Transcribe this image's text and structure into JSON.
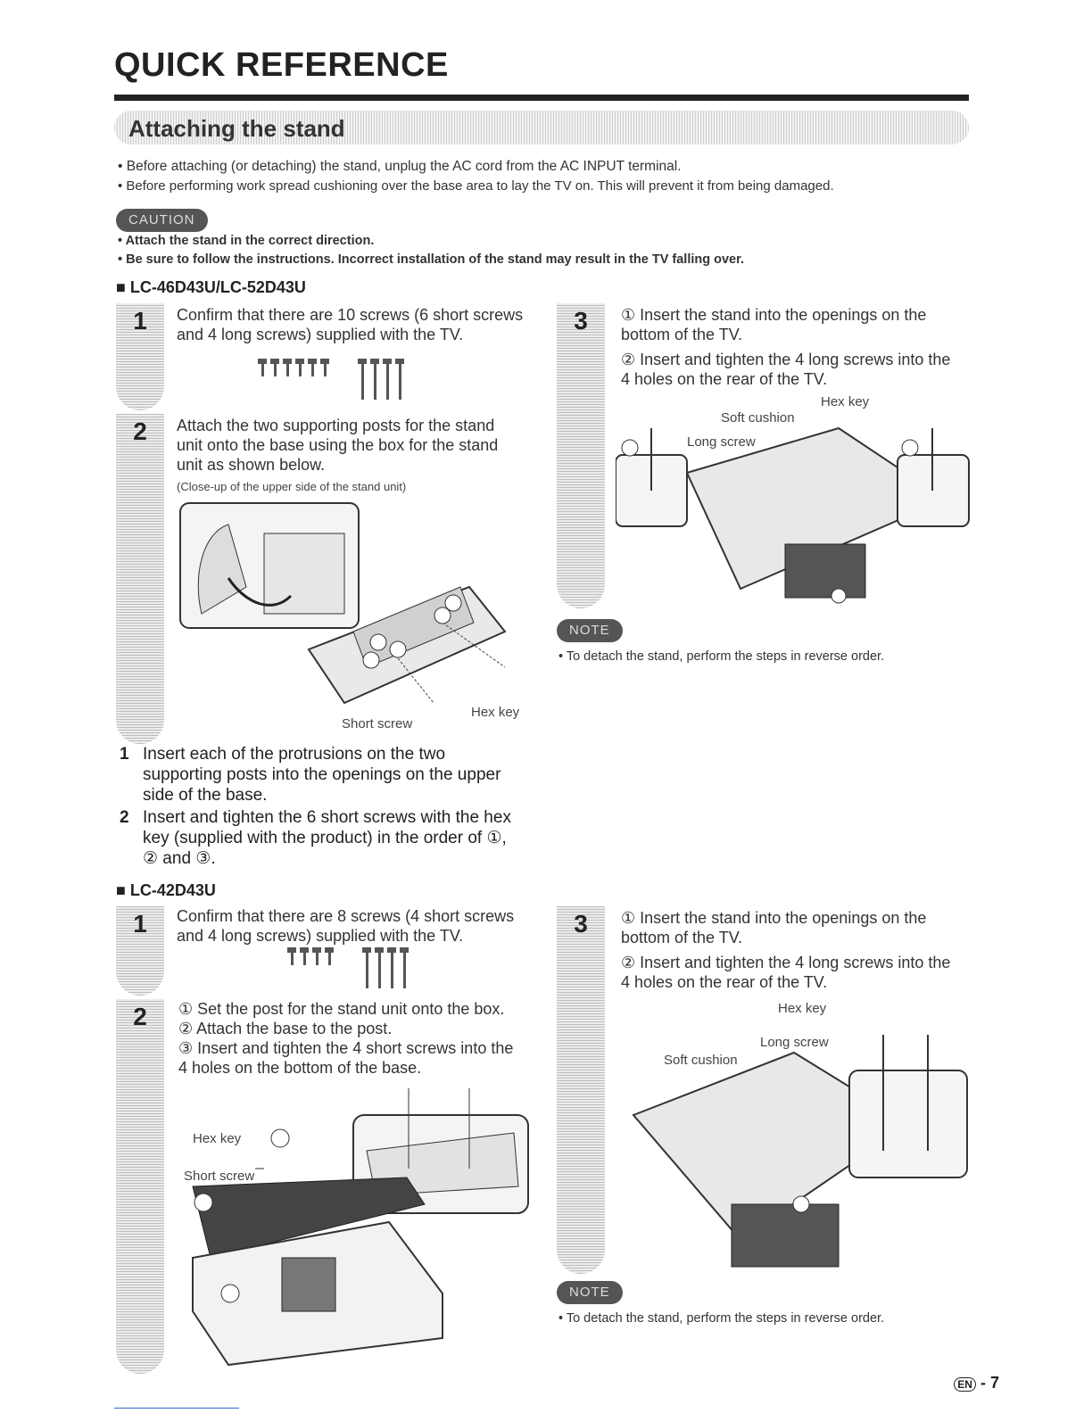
{
  "title": "QUICK REFERENCE",
  "section": "Attaching the stand",
  "intro_bullets": [
    "Before attaching (or detaching) the stand, unplug the AC cord from the AC INPUT terminal.",
    "Before performing work spread cushioning over the base area to lay the TV on. This will prevent it from being damaged."
  ],
  "caution": {
    "label": "CAUTION",
    "items": [
      "Attach the stand in the correct direction.",
      "Be sure to follow the instructions. Incorrect installation of the stand may result in the TV falling over."
    ]
  },
  "model_a": {
    "heading": "LC-46D43U/LC-52D43U",
    "step1": {
      "num": "1",
      "text": "Confirm that there are 10 screws (6 short screws and 4 long screws) supplied with the TV."
    },
    "step2": {
      "num": "2",
      "text": "Attach the two supporting posts for the stand unit onto the base using the box for the stand unit as shown below.",
      "note": "(Close-up of the upper side of the stand unit)",
      "label_short": "Short screw",
      "label_hex": "Hex key"
    },
    "step3": {
      "num": "3",
      "item1": "Insert the stand into the openings on the bottom of the TV.",
      "item2": "Insert and tighten the 4 long screws into the 4 holes on the rear of the TV.",
      "label_hex": "Hex key",
      "label_soft": "Soft cushion",
      "label_long": "Long screw"
    },
    "list": [
      {
        "n": "1",
        "text": "Insert each of the protrusions on the two supporting posts into the openings on the upper side of the base."
      },
      {
        "n": "2",
        "text": "Insert and tighten the 6 short screws with the hex key (supplied with the product) in the order of ①, ② and ③."
      }
    ],
    "note_label": "NOTE",
    "note": "To detach the stand, perform the steps in reverse order."
  },
  "model_b": {
    "heading": "LC-42D43U",
    "step1": {
      "num": "1",
      "text": "Confirm that there are 8 screws (4 short screws and 4 long screws) supplied with the TV."
    },
    "step2": {
      "num": "2",
      "item1": "Set the post for the stand unit onto the box.",
      "item2": "Attach the base to the post.",
      "item3": "Insert and tighten the 4 short screws into the 4 holes on the bottom of the base.",
      "label_hex": "Hex key",
      "label_short": "Short screw"
    },
    "step3": {
      "num": "3",
      "item1": "Insert the stand into the openings on the bottom of the TV.",
      "item2": "Insert and tighten the 4 long screws into the 4 holes on the rear of the TV.",
      "label_hex": "Hex key",
      "label_long": "Long screw",
      "label_soft": "Soft cushion"
    },
    "note_label": "NOTE",
    "note": "To detach the stand, perform the steps in reverse order."
  },
  "circled": {
    "one": "①",
    "two": "②",
    "three": "③"
  },
  "page_number": "- 7",
  "page_badge": "EN"
}
